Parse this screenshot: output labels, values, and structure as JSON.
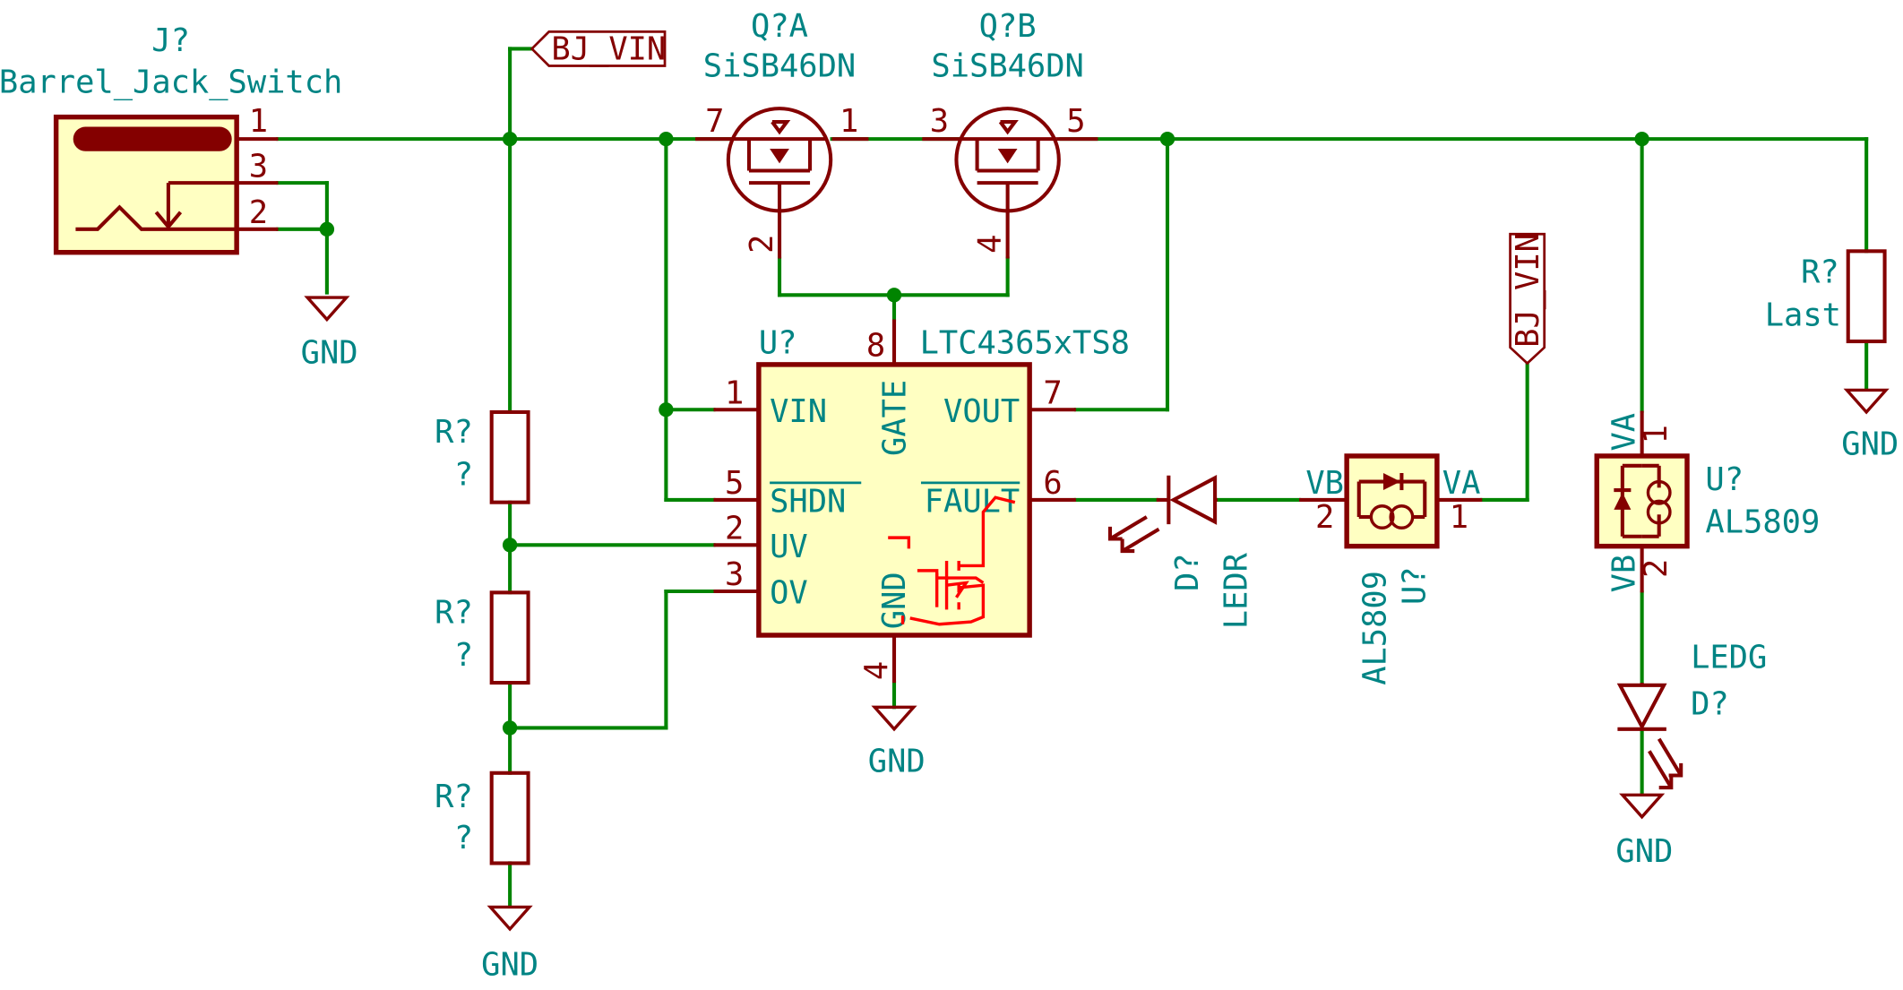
{
  "connector": {
    "ref": "J?",
    "value": "Barrel_Jack_Switch",
    "pins": [
      "1",
      "3",
      "2"
    ]
  },
  "mosfet_a": {
    "ref": "Q?A",
    "value": "SiSB46DN",
    "pins": [
      "7",
      "1",
      "2"
    ]
  },
  "mosfet_b": {
    "ref": "Q?B",
    "value": "SiSB46DN",
    "pins": [
      "3",
      "5",
      "4"
    ]
  },
  "ic": {
    "ref": "U?",
    "value": "LTC4365xTS8",
    "pins": {
      "vin": {
        "num": "1",
        "name": "VIN"
      },
      "shdn": {
        "num": "5",
        "name": "SHDN"
      },
      "uv": {
        "num": "2",
        "name": "UV"
      },
      "ov": {
        "num": "3",
        "name": "OV"
      },
      "gate": {
        "num": "8",
        "name": "GATE"
      },
      "vout": {
        "num": "7",
        "name": "VOUT"
      },
      "fault": {
        "num": "6",
        "name": "FAULT"
      },
      "gnd": {
        "num": "4",
        "name": "GND"
      }
    }
  },
  "resistors": [
    {
      "ref": "R?",
      "value": "?"
    },
    {
      "ref": "R?",
      "value": "?"
    },
    {
      "ref": "R?",
      "value": "?"
    }
  ],
  "load": {
    "ref": "R?",
    "value": "Last"
  },
  "led_red": {
    "ref": "D?",
    "value": "LEDR"
  },
  "led_green": {
    "ref": "D?",
    "value": "LEDG"
  },
  "regulator_h": {
    "ref": "U?",
    "value": "AL5809",
    "pin_b": {
      "num": "2",
      "name": "VB"
    },
    "pin_a": {
      "num": "1",
      "name": "VA"
    }
  },
  "regulator_v": {
    "ref": "U?",
    "value": "AL5809",
    "pin_a": {
      "num": "1",
      "name": "VA"
    },
    "pin_b": {
      "num": "2",
      "name": "VB"
    }
  },
  "net_labels": {
    "top": "BJ_VIN",
    "right": "BJ_VIN"
  },
  "gnd_label": "GND",
  "colors": {
    "wire": "#008400",
    "symbol": "#840000",
    "fill": "#ffffc2",
    "text": "#008484",
    "annotation": "#ff0000"
  }
}
